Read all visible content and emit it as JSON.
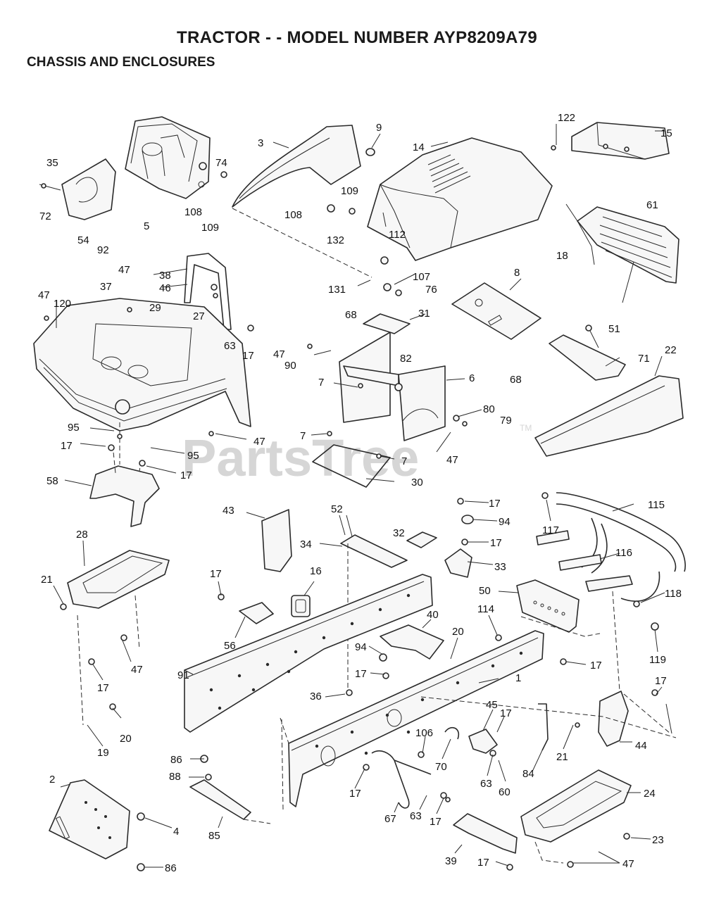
{
  "header": {
    "title": "TRACTOR - - MODEL NUMBER AYP8209A79",
    "subtitle": "CHASSIS AND ENCLOSURES"
  },
  "watermark": {
    "brand": "PartsTree",
    "trademark": "TM"
  },
  "callouts": [
    "122",
    "15",
    "9",
    "3",
    "14",
    "35",
    "74",
    "72",
    "54",
    "92",
    "5",
    "108",
    "109",
    "61",
    "109",
    "108",
    "132",
    "112",
    "18",
    "47",
    "38",
    "46",
    "29",
    "27",
    "131",
    "107",
    "76",
    "8",
    "47",
    "120",
    "37",
    "68",
    "31",
    "63",
    "17",
    "47",
    "90",
    "82",
    "6",
    "51",
    "71",
    "22",
    "68",
    "7",
    "80",
    "79",
    "7",
    "95",
    "47",
    "17",
    "95",
    "17",
    "7",
    "47",
    "58",
    "30",
    "43",
    "52",
    "32",
    "17",
    "94",
    "115",
    "117",
    "17",
    "34",
    "33",
    "116",
    "28",
    "16",
    "21",
    "17",
    "50",
    "118",
    "56",
    "40",
    "114",
    "20",
    "94",
    "47",
    "91",
    "17",
    "119",
    "17",
    "1",
    "17",
    "36",
    "45",
    "17",
    "17",
    "19",
    "20",
    "106",
    "21",
    "44",
    "86",
    "70",
    "63",
    "60",
    "84",
    "88",
    "2",
    "17",
    "24",
    "4",
    "63",
    "17",
    "67",
    "23",
    "85",
    "86",
    "39",
    "17",
    "47"
  ]
}
